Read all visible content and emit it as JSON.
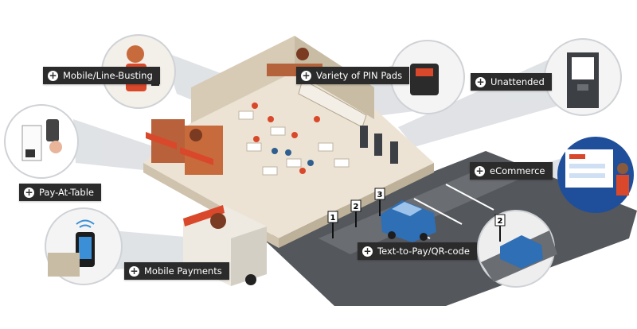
{
  "callouts": [
    {
      "key": "mobile",
      "text": "Mobile/Line-Busting"
    },
    {
      "key": "pinpads",
      "text": "Variety of PIN Pads"
    },
    {
      "key": "unattended",
      "text": "Unattended"
    },
    {
      "key": "table",
      "text": "Pay-At-Table"
    },
    {
      "key": "ecommerce",
      "text": "eCommerce"
    },
    {
      "key": "mobilepay",
      "text": "Mobile Payments"
    },
    {
      "key": "texttopay",
      "text": "Text-to-Pay/QR-code"
    }
  ],
  "parking_signs": [
    "1",
    "2",
    "3"
  ],
  "inset_sign": "2",
  "icons": {
    "callout_icon": "plus-circle-icon"
  },
  "colors": {
    "label_bg": "#2b2b2b",
    "beam": "#d8dbe0",
    "floor": "#efe6d8",
    "brick": "#c86b3c",
    "road": "#4a4d52",
    "car": "#2f6fb5",
    "awning": "#d9482b",
    "screen": "#1f4f9a"
  }
}
